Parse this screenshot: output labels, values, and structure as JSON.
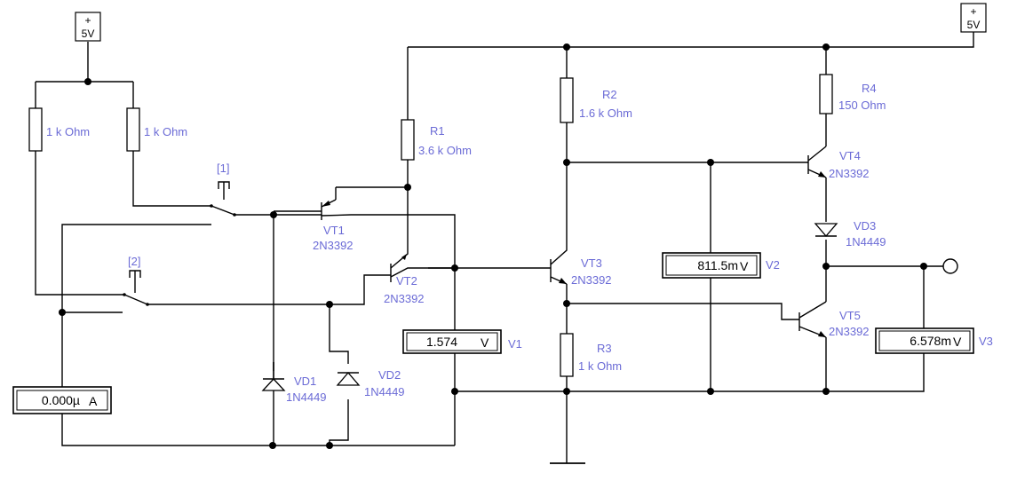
{
  "power": {
    "top_left": {
      "sign": "+",
      "label": "5V"
    },
    "top_right": {
      "sign": "+",
      "label": "5V"
    }
  },
  "switches": {
    "s1": "[1]",
    "s2": "[2]"
  },
  "resistors": {
    "r_left1": {
      "value": "1 k Ohm"
    },
    "r_left2": {
      "value": "1 k Ohm"
    },
    "r1": {
      "name": "R1",
      "value": "3.6 k Ohm"
    },
    "r2": {
      "name": "R2",
      "value": "1.6 k Ohm"
    },
    "r3": {
      "name": "R3",
      "value": "1 k Ohm"
    },
    "r4": {
      "name": "R4",
      "value": "150  Ohm"
    }
  },
  "transistors": {
    "vt1": {
      "name": "VT1",
      "model": "2N3392"
    },
    "vt2": {
      "name": "VT2",
      "model": "2N3392"
    },
    "vt3": {
      "name": "VT3",
      "model": "2N3392"
    },
    "vt4": {
      "name": "VT4",
      "model": "2N3392"
    },
    "vt5": {
      "name": "VT5",
      "model": "2N3392"
    }
  },
  "diodes": {
    "vd1": {
      "name": "VD1",
      "model": "1N4449"
    },
    "vd2": {
      "name": "VD2",
      "model": "1N4449"
    },
    "vd3": {
      "name": "VD3",
      "model": "1N4449"
    }
  },
  "meters": {
    "ammeter": {
      "value": "0.000µ",
      "unit": "A"
    },
    "v1": {
      "value": "1.574",
      "unit": "V",
      "name": "V1"
    },
    "v2": {
      "value": "811.5m",
      "unit": "V",
      "name": "V2"
    },
    "v3": {
      "value": "6.578m",
      "unit": "V",
      "name": "V3"
    }
  },
  "colors": {
    "label": "#6b6bd6",
    "wire": "#000000"
  }
}
